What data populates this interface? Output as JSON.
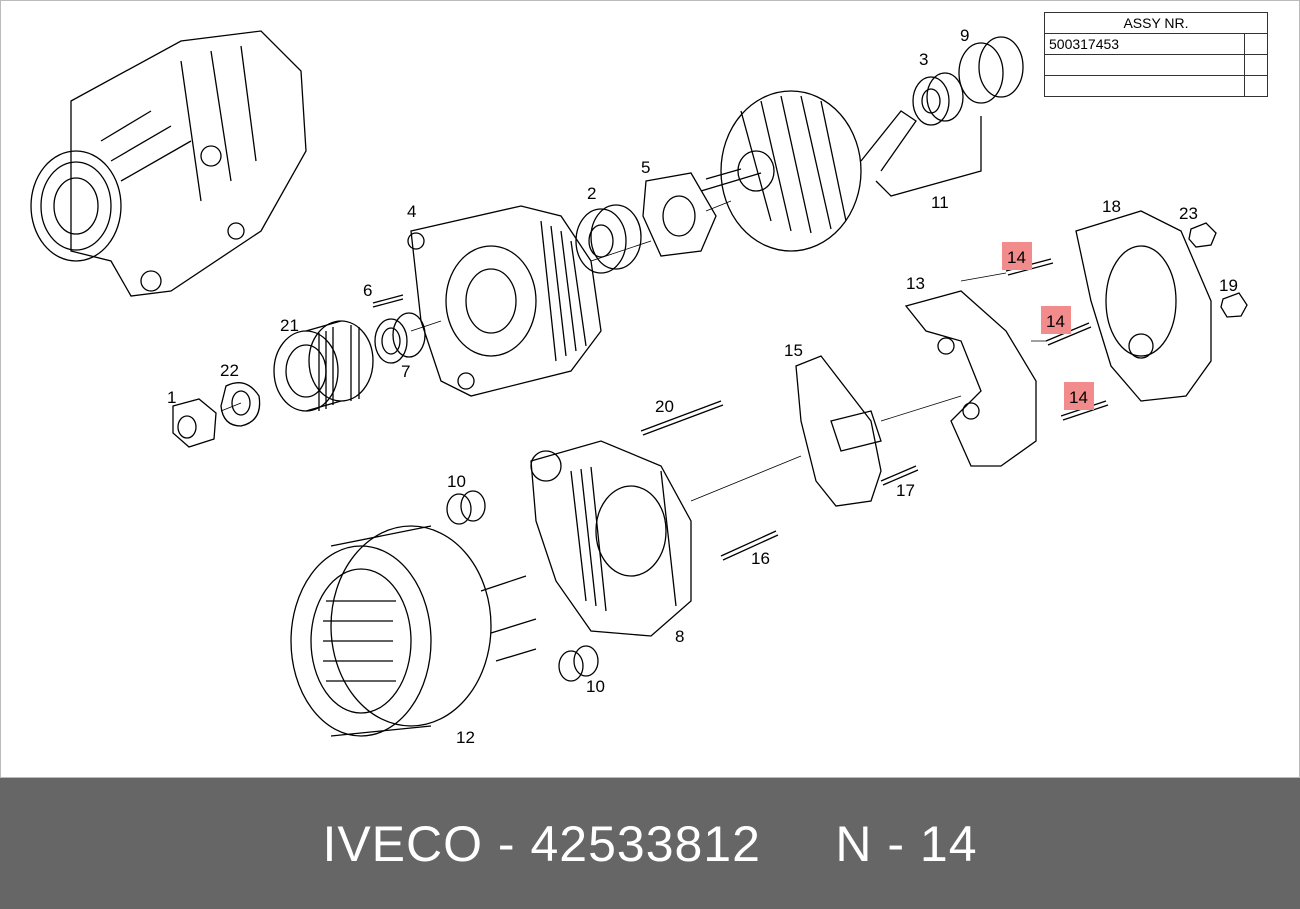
{
  "assy_table": {
    "header": "ASSY NR.",
    "rows": [
      [
        "500317453",
        ""
      ],
      [
        "",
        ""
      ],
      [
        "",
        ""
      ]
    ]
  },
  "callouts": {
    "c1": "1",
    "c2": "2",
    "c3": "3",
    "c4": "4",
    "c5": "5",
    "c6": "6",
    "c7": "7",
    "c8": "8",
    "c9": "9",
    "c10a": "10",
    "c10b": "10",
    "c11": "11",
    "c12": "12",
    "c13": "13",
    "c14a": "14",
    "c14b": "14",
    "c14c": "14",
    "c15": "15",
    "c16": "16",
    "c17": "17",
    "c18": "18",
    "c19": "19",
    "c20": "20",
    "c21": "21",
    "c22": "22",
    "c23": "23"
  },
  "colors": {
    "highlight": "#f28c8c",
    "footer_bg": "#666666",
    "footer_text": "#ffffff"
  },
  "footer": {
    "text": "IVECO - 42533812     N - 14"
  }
}
